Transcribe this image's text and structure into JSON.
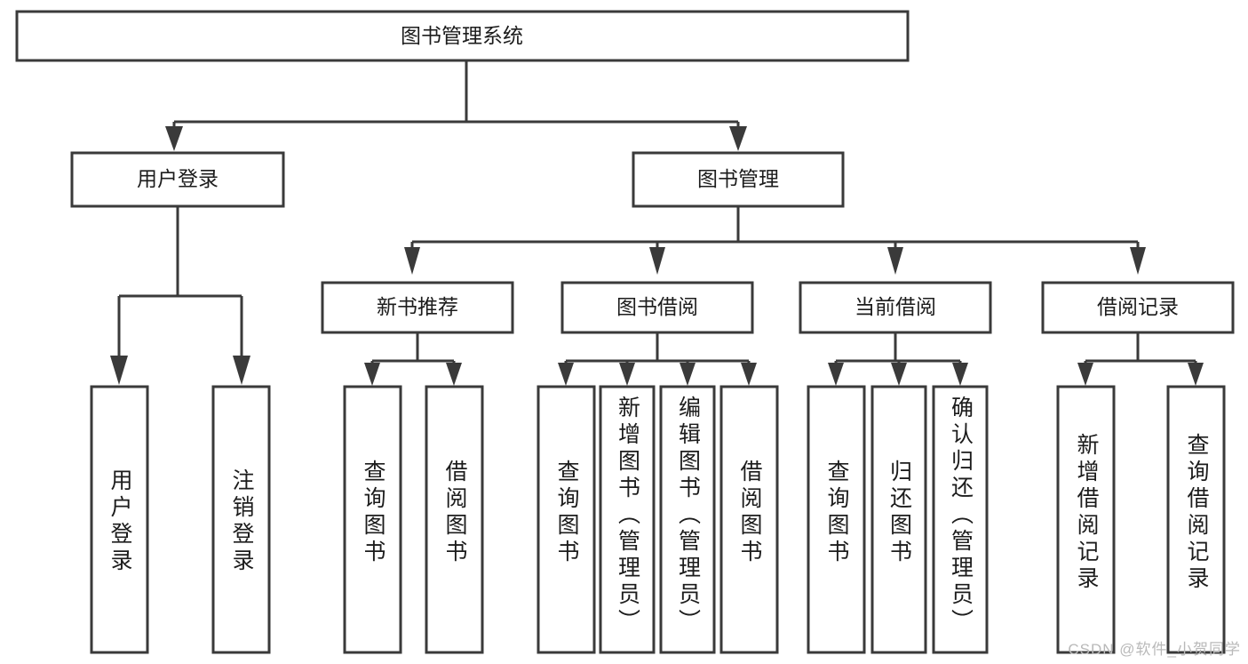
{
  "diagram": {
    "type": "hierarchy-tree",
    "title": "图书管理系统",
    "orientation": "top-down",
    "colors": {
      "box_stroke": "#3a3a3a",
      "box_fill": "#ffffff",
      "connector": "#3a3a3a",
      "text": "#1c1c1c",
      "watermark": "#b9b9b9",
      "background": "#ffffff"
    },
    "root": {
      "label": "图书管理系统"
    },
    "level1": [
      {
        "label": "用户登录"
      },
      {
        "label": "图书管理"
      }
    ],
    "level2": [
      {
        "label": "新书推荐",
        "parent": "图书管理"
      },
      {
        "label": "图书借阅",
        "parent": "图书管理"
      },
      {
        "label": "当前借阅",
        "parent": "图书管理"
      },
      {
        "label": "借阅记录",
        "parent": "图书管理"
      }
    ],
    "leaves": {
      "用户登录": [
        {
          "label": "用户登录"
        },
        {
          "label": "注销登录"
        }
      ],
      "新书推荐": [
        {
          "label": "查询图书"
        },
        {
          "label": "借阅图书"
        }
      ],
      "图书借阅": [
        {
          "label": "查询图书"
        },
        {
          "label": "新增图书（管理员）"
        },
        {
          "label": "编辑图书（管理员）"
        },
        {
          "label": "借阅图书"
        }
      ],
      "当前借阅": [
        {
          "label": "查询图书"
        },
        {
          "label": "归还图书"
        },
        {
          "label": "确认归还（管理员）"
        }
      ],
      "借阅记录": [
        {
          "label": "新增借阅记录"
        },
        {
          "label": "查询借阅记录"
        }
      ]
    }
  },
  "watermark": {
    "text": "CSDN @软件_小贺同学"
  }
}
